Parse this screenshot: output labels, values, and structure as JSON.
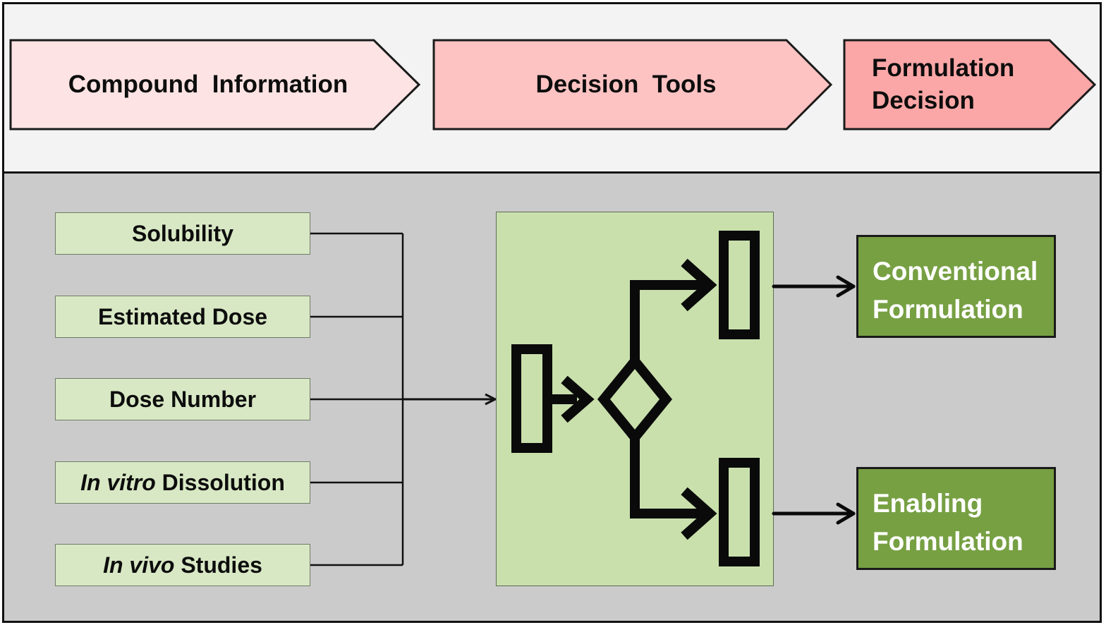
{
  "stages": [
    {
      "id": "compound",
      "label": "Compound  Information",
      "fill": "#fde3e3"
    },
    {
      "id": "tools",
      "label": "Decision  Tools",
      "fill": "#fdc3c3"
    },
    {
      "id": "decision",
      "label": "Formulation\nDecision",
      "fill": "#fca7a7"
    }
  ],
  "inputs": [
    {
      "id": "solubility",
      "parts": [
        {
          "text": "Solubility",
          "italic": false
        }
      ]
    },
    {
      "id": "estimated-dose",
      "parts": [
        {
          "text": "Estimated Dose",
          "italic": false
        }
      ]
    },
    {
      "id": "dose-number",
      "parts": [
        {
          "text": "Dose Number",
          "italic": false
        }
      ]
    },
    {
      "id": "in-vitro",
      "parts": [
        {
          "text": "In vitro",
          "italic": true
        },
        {
          "text": " Dissolution",
          "italic": false
        }
      ]
    },
    {
      "id": "in-vivo",
      "parts": [
        {
          "text": "In vivo",
          "italic": true
        },
        {
          "text": " Studies",
          "italic": false
        }
      ]
    }
  ],
  "outputs": [
    {
      "id": "conventional",
      "label": "Conventional\nFormulation"
    },
    {
      "id": "enabling",
      "label": "Enabling\nFormulation"
    }
  ],
  "icons": {
    "flowchart": "flowchart-icon"
  },
  "colors": {
    "input_fill": "#d8e8c4",
    "tool_panel_fill": "#c9e0ac",
    "output_fill": "#77a043",
    "bottom_background": "#cbcbcb",
    "top_background": "#f3f3f3"
  }
}
